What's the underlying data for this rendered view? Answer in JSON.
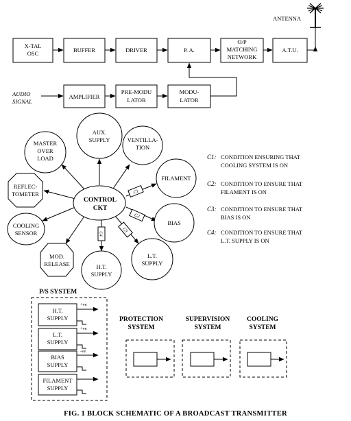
{
  "top_chain": {
    "antenna_label": "ANTENNA",
    "xtal": [
      "X-TAL",
      "OSC"
    ],
    "buffer": "BUFFER",
    "driver": "DRIVER",
    "pa": "P. A.",
    "matching": [
      "O/P",
      "MATCHING",
      "NETWORK"
    ],
    "atu": "A.T.U.",
    "audio_signal": [
      "AUDIO",
      "SIGNAL"
    ],
    "amplifier": "AMPLIFIER",
    "pre_modulator": [
      "PRE-MODU",
      "LATOR"
    ],
    "modulator": [
      "MODU-",
      "LATOR"
    ]
  },
  "control": {
    "center": [
      "CONTROL",
      "CKT"
    ],
    "master": [
      "MASTER",
      "OVER",
      "LOAD"
    ],
    "aux": [
      "AUX.",
      "SUPPLY"
    ],
    "ventilation": [
      "VENTILLA-",
      "TION"
    ],
    "filament": "FILAMENT",
    "bias": "BIAS",
    "lt": [
      "L.T.",
      "SUPPLY"
    ],
    "ht": [
      "H.T.",
      "SUPPLY"
    ],
    "mod_release": [
      "MOD.",
      "RELEASE"
    ],
    "cooling_sensor": [
      "COOLING",
      "SENSOR"
    ],
    "reflectometer": [
      "REFLEC-",
      "TOMETER"
    ],
    "c1": "C1",
    "c2": "C2",
    "c3": "C3",
    "c4": "C4"
  },
  "legend": [
    {
      "key": "C1:",
      "lines": [
        "CONDITION ENSURING THAT",
        "COOLING SYSTEM IS ON"
      ]
    },
    {
      "key": "C2:",
      "lines": [
        "CONDITION TO ENSURE THAT",
        "FILAMENT IS ON"
      ]
    },
    {
      "key": "C3:",
      "lines": [
        "CONDITION TO ENSURE THAT",
        "BIAS IS ON"
      ]
    },
    {
      "key": "C4:",
      "lines": [
        "CONDITION TO ENSURE THAT",
        "L.T. SUPPLY IS ON"
      ]
    }
  ],
  "ps_system": {
    "title": "P/S SYSTEM",
    "ht": [
      "H.T.",
      "SUPPLY"
    ],
    "lt": [
      "L.T.",
      "SUPPLY"
    ],
    "bias": [
      "BIAS",
      "SUPPLY"
    ],
    "filament": [
      "FILAMENT",
      "SUPPLY"
    ],
    "pos1": "+ve",
    "pos2": "+ve",
    "neg": "-ve"
  },
  "systems": {
    "protection": [
      "PROTECTION",
      "SYSTEM"
    ],
    "supervision": [
      "SUPERVISION",
      "SYSTEM"
    ],
    "cooling": [
      "COOLING",
      "SYSTEM"
    ]
  },
  "caption": "FIG. 1 BLOCK SCHEMATIC OF A BROADCAST TRANSMITTER"
}
